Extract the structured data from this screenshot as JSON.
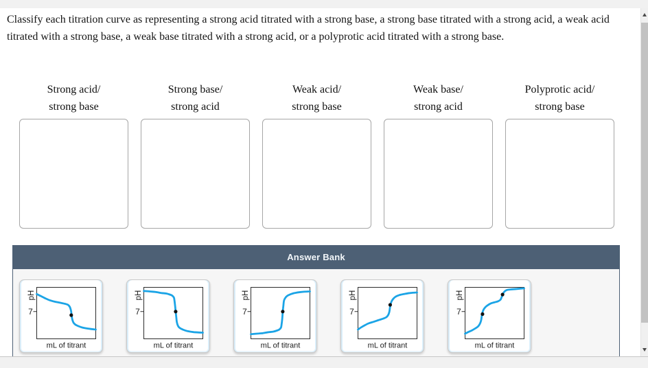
{
  "instructions": "Classify each titration curve as representing a strong acid titrated with a strong base, a strong base titrated with a strong acid, a weak acid titrated with a strong base, a weak base titrated with a strong acid, or a polyprotic acid titrated with a strong base.",
  "bins": [
    {
      "label_line1": "Strong acid/",
      "label_line2": "strong base"
    },
    {
      "label_line1": "Strong base/",
      "label_line2": "strong acid"
    },
    {
      "label_line1": "Weak acid/",
      "label_line2": "strong base"
    },
    {
      "label_line1": "Weak base/",
      "label_line2": "strong acid"
    },
    {
      "label_line1": "Polyprotic acid/",
      "label_line2": "strong base"
    }
  ],
  "answer_bank": {
    "title": "Answer Bank"
  },
  "colors": {
    "header_bar": "#4d6075",
    "curve_blue": "#1ba4e6",
    "equivalence_dot": "#111111"
  },
  "chart_data": [
    {
      "type": "line",
      "id": "weak-base-strong-acid",
      "description": "pH starts moderately high, buffer decline, steep drop, equivalence point below pH 7, levels off low",
      "xlabel": "mL of titrant",
      "ylabel": "pH",
      "y_reference_tick": "7",
      "points_pct": [
        [
          0,
          13
        ],
        [
          7,
          17
        ],
        [
          14,
          21
        ],
        [
          22,
          25
        ],
        [
          31,
          28
        ],
        [
          40,
          30
        ],
        [
          48,
          32
        ],
        [
          53,
          34
        ],
        [
          56,
          38
        ],
        [
          58,
          45
        ],
        [
          59,
          53
        ],
        [
          60,
          61
        ],
        [
          62,
          68
        ],
        [
          65,
          72
        ],
        [
          70,
          75
        ],
        [
          77,
          78
        ],
        [
          86,
          80
        ],
        [
          100,
          82
        ]
      ],
      "equivalence_dots_pct": [
        [
          58.5,
          54
        ]
      ]
    },
    {
      "type": "line",
      "id": "strong-base-strong-acid",
      "description": "pH starts very high and flat, steep drop, equivalence point at pH 7, levels off low",
      "xlabel": "mL of titrant",
      "ylabel": "pH",
      "y_reference_tick": "7",
      "points_pct": [
        [
          0,
          7
        ],
        [
          10,
          8
        ],
        [
          20,
          9
        ],
        [
          30,
          11
        ],
        [
          38,
          12
        ],
        [
          44,
          14
        ],
        [
          48,
          16
        ],
        [
          51,
          20
        ],
        [
          52,
          26
        ],
        [
          53,
          36
        ],
        [
          54,
          47
        ],
        [
          55,
          58
        ],
        [
          56,
          68
        ],
        [
          58,
          75
        ],
        [
          61,
          79
        ],
        [
          66,
          82
        ],
        [
          74,
          85
        ],
        [
          85,
          87
        ],
        [
          100,
          88
        ]
      ],
      "equivalence_dots_pct": [
        [
          54,
          47
        ]
      ]
    },
    {
      "type": "line",
      "id": "strong-acid-strong-base",
      "description": "pH starts very low and flat, steep rise, equivalence point at pH 7, levels off high",
      "xlabel": "mL of titrant",
      "ylabel": "pH",
      "y_reference_tick": "7",
      "points_pct": [
        [
          0,
          91
        ],
        [
          10,
          90
        ],
        [
          20,
          89
        ],
        [
          30,
          87
        ],
        [
          38,
          86
        ],
        [
          44,
          84
        ],
        [
          48,
          82
        ],
        [
          51,
          78
        ],
        [
          52,
          72
        ],
        [
          53,
          62
        ],
        [
          54,
          47
        ],
        [
          55,
          36
        ],
        [
          56,
          26
        ],
        [
          58,
          21
        ],
        [
          61,
          17
        ],
        [
          66,
          14
        ],
        [
          74,
          11
        ],
        [
          85,
          9
        ],
        [
          100,
          8
        ]
      ],
      "equivalence_dots_pct": [
        [
          54,
          47
        ]
      ]
    },
    {
      "type": "line",
      "id": "weak-acid-strong-base",
      "description": "pH starts low, buffer rise, steep rise, equivalence point above pH 7, levels off high",
      "xlabel": "mL of titrant",
      "ylabel": "pH",
      "y_reference_tick": "7",
      "points_pct": [
        [
          0,
          82
        ],
        [
          5,
          78
        ],
        [
          11,
          74
        ],
        [
          18,
          70
        ],
        [
          26,
          67
        ],
        [
          34,
          64
        ],
        [
          42,
          61
        ],
        [
          48,
          58
        ],
        [
          51,
          54
        ],
        [
          53,
          48
        ],
        [
          54,
          41
        ],
        [
          55,
          34
        ],
        [
          57,
          27
        ],
        [
          60,
          22
        ],
        [
          64,
          18
        ],
        [
          70,
          15
        ],
        [
          78,
          13
        ],
        [
          88,
          11
        ],
        [
          100,
          10
        ]
      ],
      "equivalence_dots_pct": [
        [
          54.5,
          34
        ]
      ]
    },
    {
      "type": "line",
      "id": "polyprotic-acid-strong-base",
      "description": "Two-step rise with two equivalence points: first just below pH 7, second near top",
      "xlabel": "mL of titrant",
      "ylabel": "pH",
      "y_reference_tick": "7",
      "points_pct": [
        [
          0,
          90
        ],
        [
          5,
          87
        ],
        [
          11,
          84
        ],
        [
          17,
          80
        ],
        [
          22,
          76
        ],
        [
          25,
          71
        ],
        [
          27,
          65
        ],
        [
          28,
          58
        ],
        [
          29,
          51
        ],
        [
          31,
          44
        ],
        [
          34,
          39
        ],
        [
          38,
          35
        ],
        [
          44,
          31
        ],
        [
          50,
          29
        ],
        [
          56,
          27
        ],
        [
          60,
          24
        ],
        [
          62,
          19
        ],
        [
          64,
          13
        ],
        [
          67,
          8
        ],
        [
          71,
          5
        ],
        [
          78,
          4
        ],
        [
          88,
          3
        ],
        [
          100,
          2
        ]
      ],
      "equivalence_dots_pct": [
        [
          29.5,
          52
        ],
        [
          63.5,
          14
        ]
      ]
    }
  ]
}
